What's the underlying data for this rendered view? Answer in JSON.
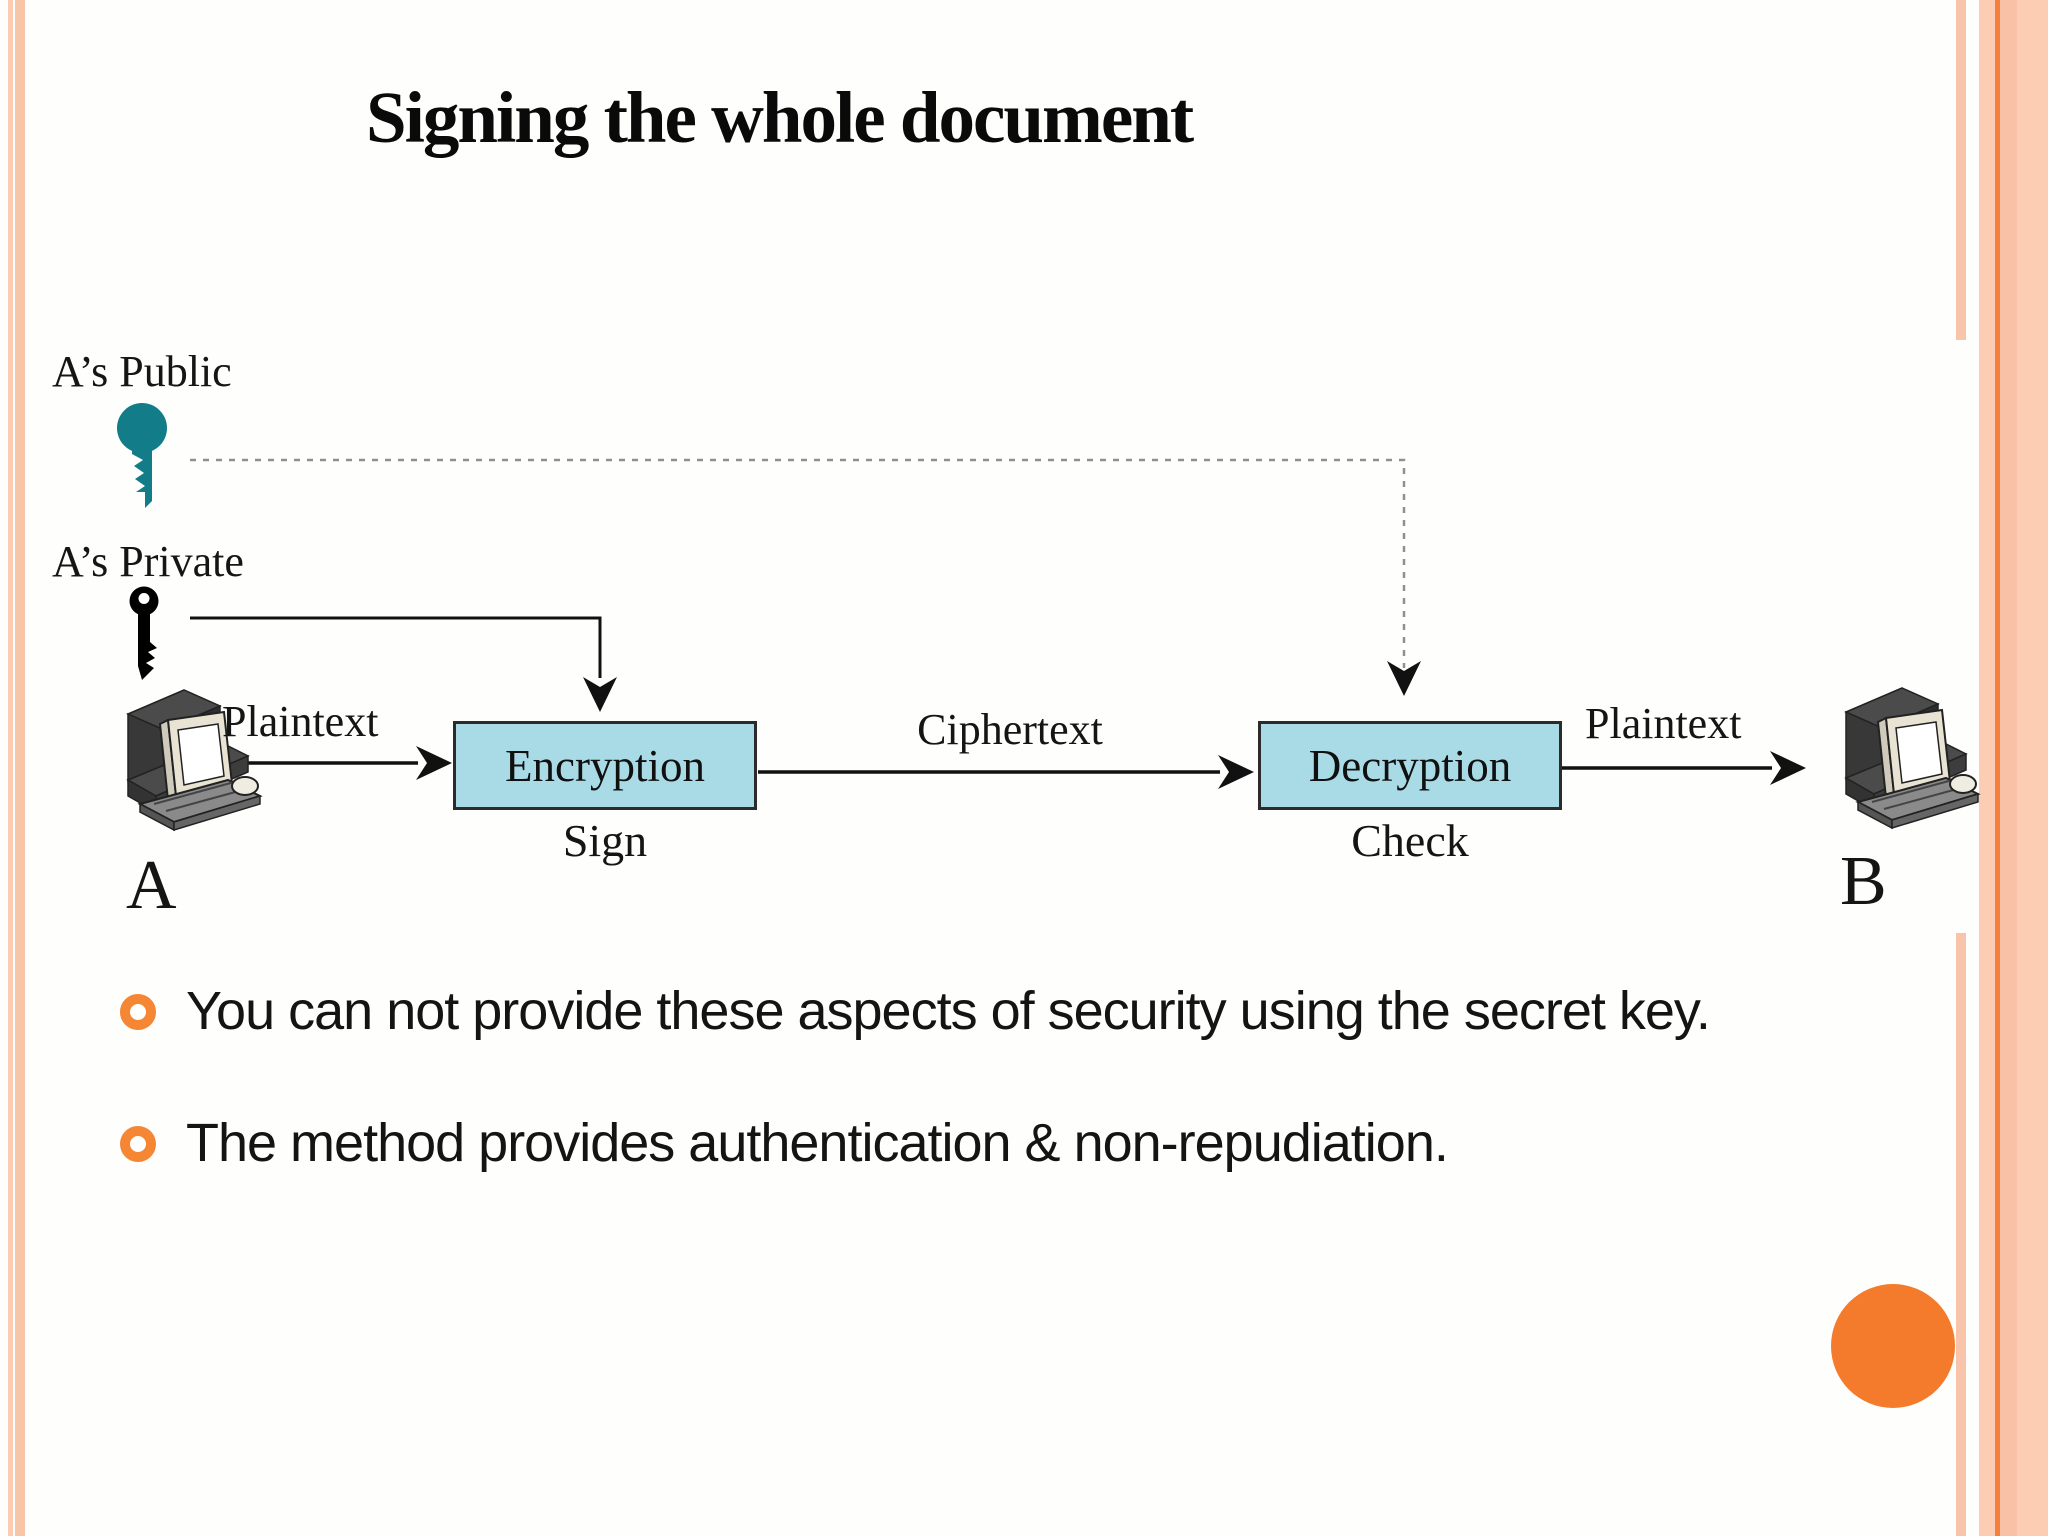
{
  "slide": {
    "title": "Signing the whole document",
    "bullets": [
      "You can not provide these aspects of security using the secret key.",
      "The method provides authentication & non-repudiation."
    ]
  },
  "diagram": {
    "public_key_label": "A’s Public",
    "private_key_label": "A’s Private",
    "plaintext_left_label": "Plaintext",
    "ciphertext_label": "Ciphertext",
    "plaintext_right_label": "Plaintext",
    "encryption_box_label": "Encryption",
    "encryption_caption": "Sign",
    "decryption_box_label": "Decryption",
    "decryption_caption": "Check",
    "sender_label": "A",
    "receiver_label": "B"
  },
  "icons": {
    "public_key": "teal-key-icon",
    "private_key": "black-key-icon",
    "sender": "desktop-computer-icon",
    "receiver": "desktop-computer-icon",
    "accent": "orange-circle"
  },
  "colors": {
    "box_fill": "#a9dbe7",
    "box_border": "#2b2b2b",
    "public_key": "#127d88",
    "private_key": "#000000",
    "accent_orange": "#f47b2c",
    "bullet_ring": "#f58634",
    "stripe_light": "#fccdb3",
    "stripe_line": "#f4813b",
    "dashed_line": "#909090"
  }
}
